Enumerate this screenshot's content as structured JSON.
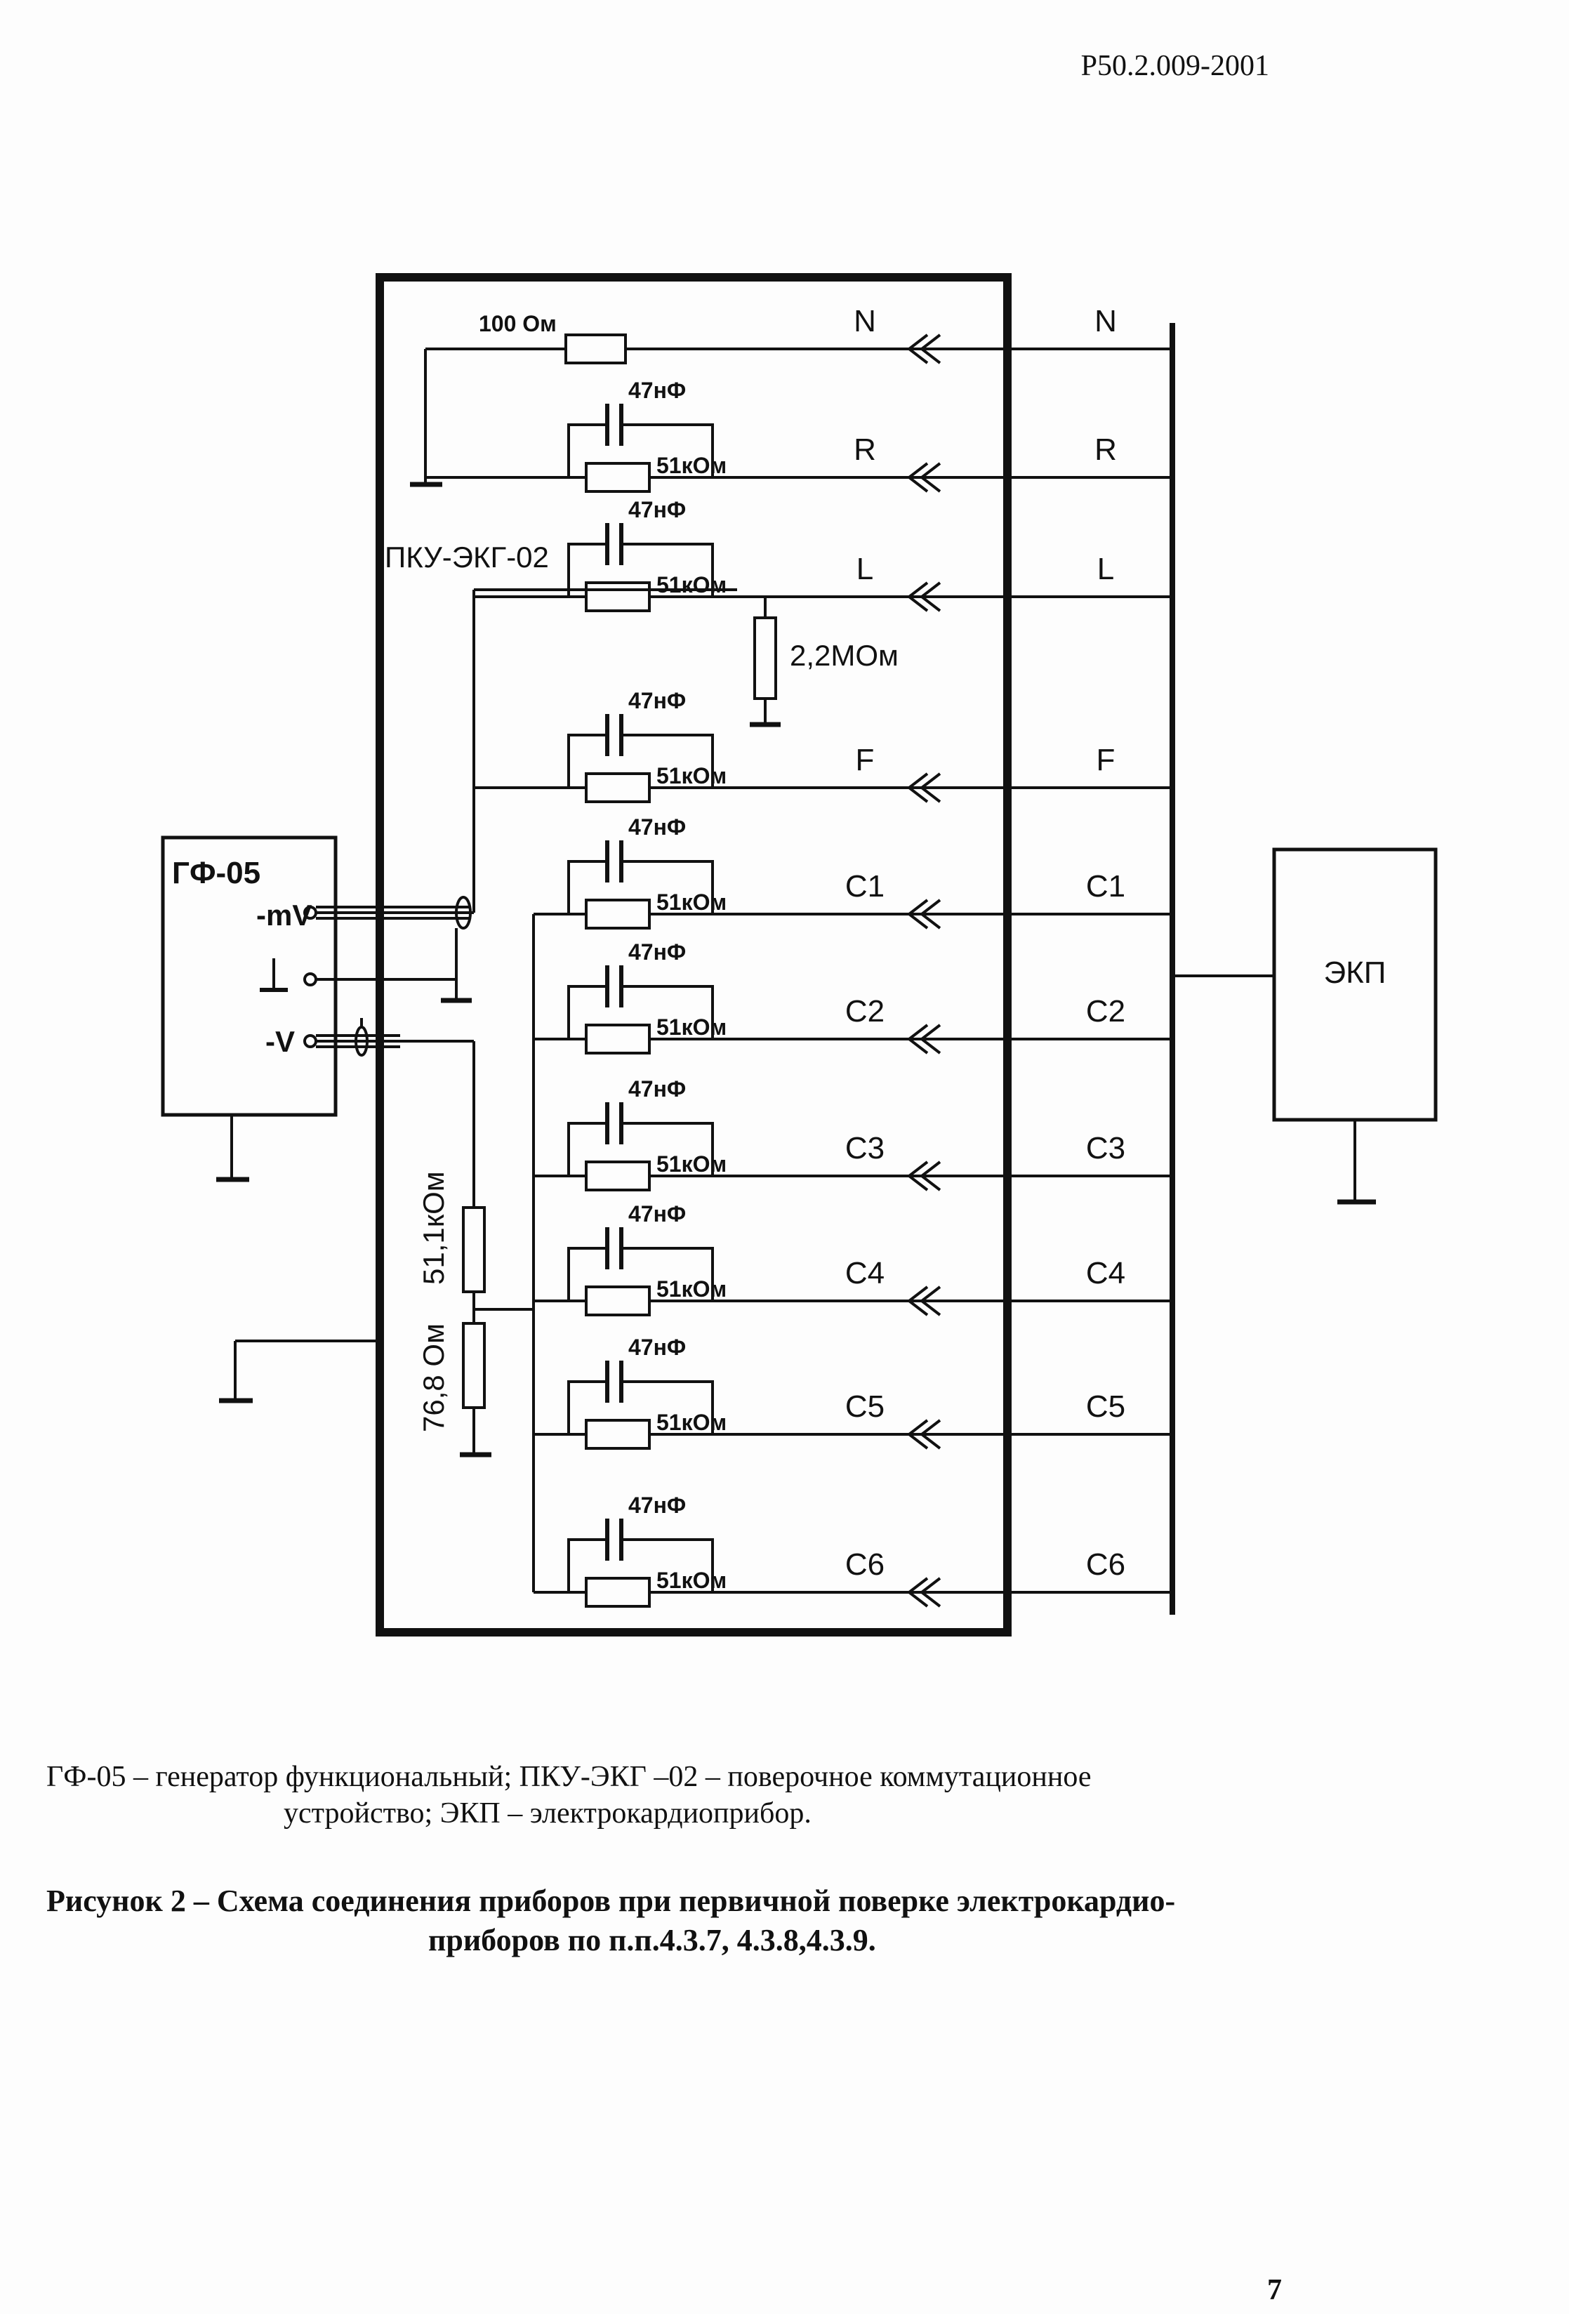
{
  "header": {
    "doc_code": "Р50.2.009-2001"
  },
  "page_number": "7",
  "diagram": {
    "generator": {
      "name": "ГФ-05",
      "mv_terminal": "-mV",
      "v_terminal": "-V"
    },
    "switch_device": {
      "name": "ПКУ-ЭКГ-02"
    },
    "ecg_device": {
      "name": "ЭКП"
    },
    "n_resistor": "100 Ом",
    "l_shunt": "2,2МОм",
    "divider_top": "51,1кОм",
    "divider_bottom": "76,8 Ом",
    "capacitor": "47нФ",
    "resistor": "51кОм",
    "leads": [
      "N",
      "R",
      "L",
      "F",
      "C1",
      "C2",
      "C3",
      "C4",
      "C5",
      "C6"
    ]
  },
  "legend": {
    "line1": "ГФ-05 – генератор функциональный;   ПКУ-ЭКГ –02 – поверочное коммутационное",
    "line2": "устройство;   ЭКП – электрокардиоприбор."
  },
  "caption": {
    "line1": "Рисунок 2 – Схема соединения приборов при первичной поверке электрокардио-",
    "line2": "приборов по п.п.4.3.7, 4.3.8,4.3.9."
  }
}
